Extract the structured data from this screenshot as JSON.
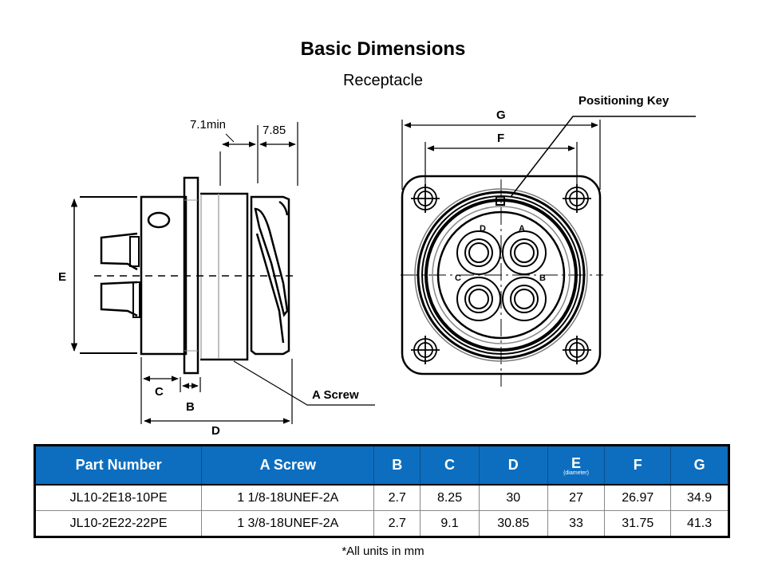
{
  "header": {
    "title": "Basic Dimensions",
    "subtitle": "Receptacle"
  },
  "side_view": {
    "labels": {
      "min_length": "7.1min",
      "thread_length": "7.85",
      "E": "E",
      "C": "C",
      "B": "B",
      "D": "D",
      "a_screw": "A Screw"
    }
  },
  "front_view": {
    "labels": {
      "G": "G",
      "F": "F",
      "positioning_key": "Positioning Key"
    }
  },
  "table": {
    "header_color": "#0d6ebf",
    "columns": [
      {
        "label": "Part Number",
        "sub": ""
      },
      {
        "label": "A Screw",
        "sub": ""
      },
      {
        "label": "B",
        "sub": ""
      },
      {
        "label": "C",
        "sub": ""
      },
      {
        "label": "D",
        "sub": ""
      },
      {
        "label": "E",
        "sub": "(diameter)"
      },
      {
        "label": "F",
        "sub": ""
      },
      {
        "label": "G",
        "sub": ""
      }
    ],
    "rows": [
      [
        "JL10-2E18-10PE",
        "1 1/8-18UNEF-2A",
        "2.7",
        "8.25",
        "30",
        "27",
        "26.97",
        "34.9"
      ],
      [
        "JL10-2E22-22PE",
        "1 3/8-18UNEF-2A",
        "2.7",
        "9.1",
        "30.85",
        "33",
        "31.75",
        "41.3"
      ]
    ]
  },
  "footnote": "*All units in mm"
}
